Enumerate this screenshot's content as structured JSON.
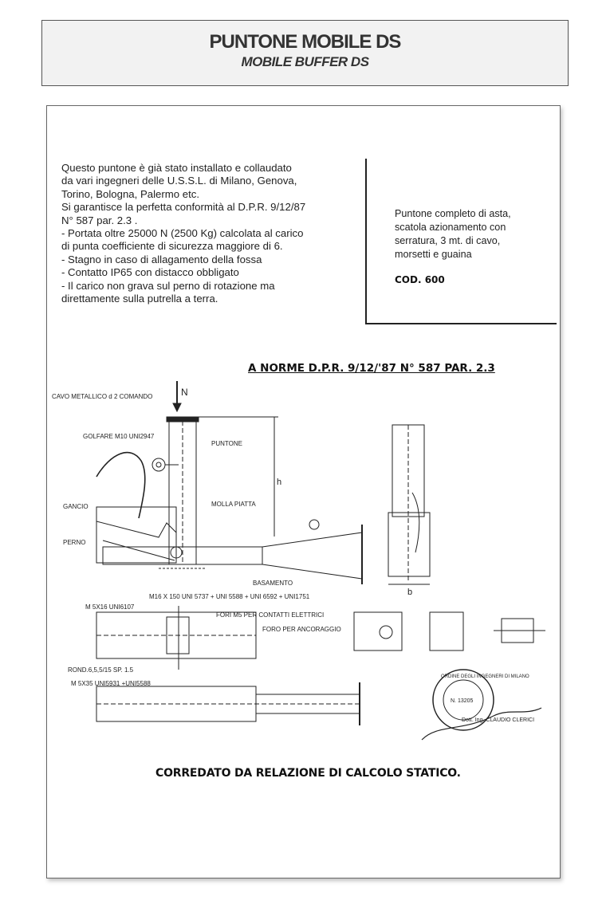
{
  "header": {
    "title": "PUNTONE MOBILE DS",
    "subtitle": "MOBILE BUFFER DS"
  },
  "intro_lines": [
    "Questo puntone è già stato installato e collaudato",
    "da vari ingegneri delle U.S.S.L. di Milano, Genova,",
    "Torino, Bologna, Palermo etc.",
    "Si garantisce la perfetta conformità al D.P.R. 9/12/87",
    "N° 587 par. 2.3  .",
    "-  Portata oltre 25000 N (2500 Kg) calcolata al carico",
    "di punta coefficiente di sicurezza maggiore di 6.",
    "-  Stagno in caso di allagamento della fossa",
    "-  Contatto IP65 con distacco obbligato",
    "-  Il carico non grava sul perno di rotazione ma",
    "direttamente sulla putrella a terra."
  ],
  "side_box": {
    "lines": [
      "Puntone completo di asta,",
      "scatola azionamento con",
      "serratura, 3 mt. di cavo,",
      "morsetti e guaina"
    ],
    "code": "COD.  600"
  },
  "norm_title": "A NORME D.P.R.   9/12/'87 N° 587  PAR.  2.3",
  "drawing_labels": {
    "cable": "CAVO METALLICO d 2 COMANDO",
    "load": "N",
    "eyebolt": "GOLFARE M10 UNI2947",
    "strut": "PUNTONE",
    "height": "h",
    "hook": "GANCIO",
    "spring": "MOLLA PIATTA",
    "pin": "PERNO",
    "base": "BASAMENTO",
    "width": "b",
    "bolt_main": "M16 X 150 UNI 5737 + UNI 5588 + UNI 6592 + UNI1751",
    "screw_small": "M 5X16 UNI6107",
    "holes_contacts": "FORI M5 PER CONTATTI ELETTRICI",
    "hole_anchor": "FORO PER ANCORAGGIO",
    "washer": "ROND.6,5,5/15 SP. 1.5",
    "screw_nut": "M 5X35 UNI5931 +UNI5588"
  },
  "stamp": {
    "ring_text": "ORDINE DEGLI INGEGNERI DI MILANO",
    "number": "N. 13205",
    "signature": "Dott. Ing. CLAUDIO CLERICI"
  },
  "footer_note": "CORREDATO DA RELAZIONE DI CALCOLO STATICO."
}
